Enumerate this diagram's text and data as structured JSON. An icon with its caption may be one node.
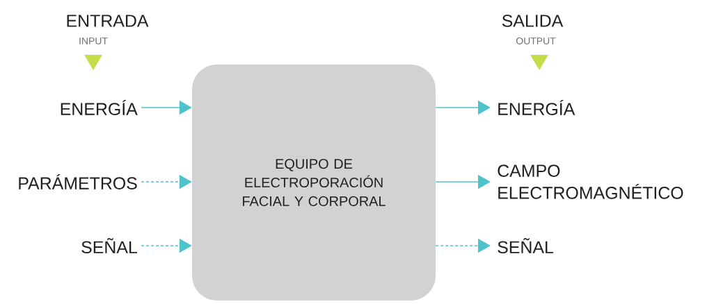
{
  "diagram": {
    "nodes": [
      {
        "text": [
          "EQUIPO DE ELECTROPORACIÓN FACIAL Y CORPORAL"
        ]
      },
      {
        "text": [
          "ENERGÍA"
        ]
      },
      {
        "text": [
          "PARÁMETROS"
        ]
      },
      {
        "text": [
          "SEÑAL"
        ]
      },
      {
        "text": [
          "ENERGÍA"
        ]
      },
      {
        "text": [
          "CAMPO ELECTROMAGNÉTICO"
        ]
      },
      {
        "text": [
          "SEÑAL"
        ]
      }
    ],
    "edges": [
      {
        "from": 1,
        "to": 0,
        "arrow": "to"
      },
      {
        "from": 2,
        "to": 0,
        "arrow": "to",
        "style": "dashed"
      },
      {
        "from": 3,
        "to": 0,
        "arrow": "to",
        "style": "dashed"
      },
      {
        "from": 0,
        "to": 4,
        "arrow": "to"
      },
      {
        "from": 0,
        "to": 5,
        "arrow": "to"
      },
      {
        "from": 0,
        "to": 6,
        "arrow": "to",
        "style": "dashed"
      }
    ],
    "labels": [
      "ENTRADA",
      "INPUT",
      "SALIDA",
      "OUTPUT"
    ]
  }
}
